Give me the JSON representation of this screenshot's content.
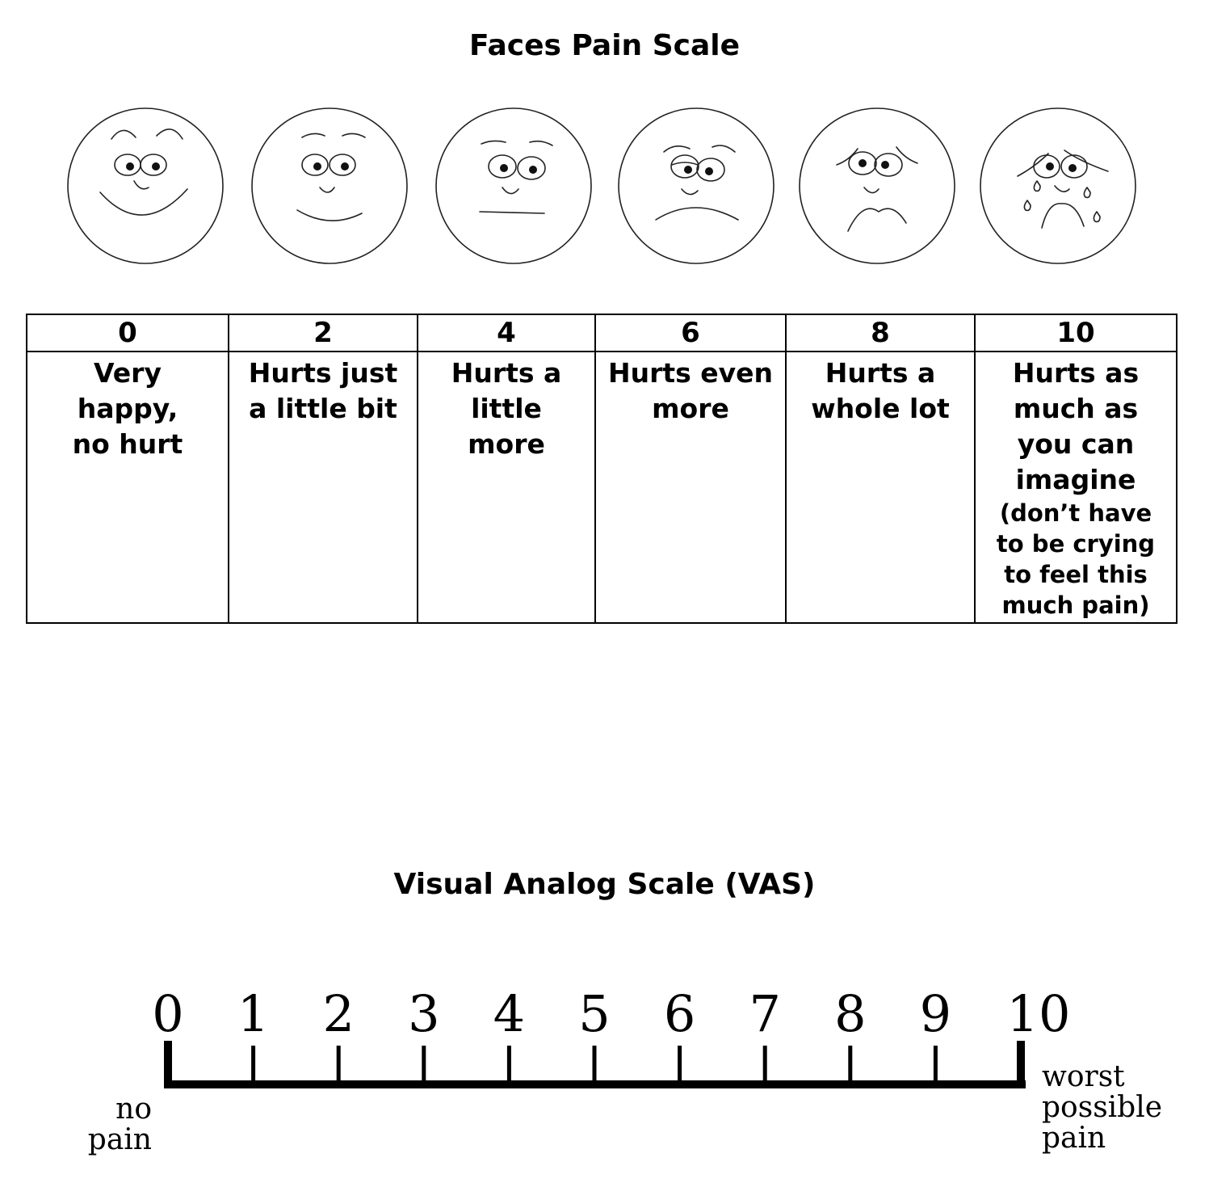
{
  "faces_scale": {
    "title": "Faces Pain Scale",
    "levels": [
      {
        "score": "0",
        "description": "Very happy, no hurt",
        "note": "",
        "face": "very-happy-face-icon"
      },
      {
        "score": "2",
        "description": "Hurts just a little bit",
        "note": "",
        "face": "slightly-hurt-face-icon"
      },
      {
        "score": "4",
        "description": "Hurts a little more",
        "note": "",
        "face": "neutral-face-icon"
      },
      {
        "score": "6",
        "description": "Hurts even more",
        "note": "",
        "face": "frowning-face-icon"
      },
      {
        "score": "8",
        "description": "Hurts a whole lot",
        "note": "",
        "face": "sad-face-icon"
      },
      {
        "score": "10",
        "description": "Hurts as much as you can imagine",
        "note": "(don’t have to be crying to feel this much pain)",
        "face": "crying-face-icon"
      }
    ]
  },
  "vas": {
    "title": "Visual Analog Scale (VAS)",
    "ticks": [
      "0",
      "1",
      "2",
      "3",
      "4",
      "5",
      "6",
      "7",
      "8",
      "9",
      "10"
    ],
    "left_label": [
      "no",
      "pain"
    ],
    "right_label": [
      "worst",
      "possible",
      "pain"
    ]
  }
}
